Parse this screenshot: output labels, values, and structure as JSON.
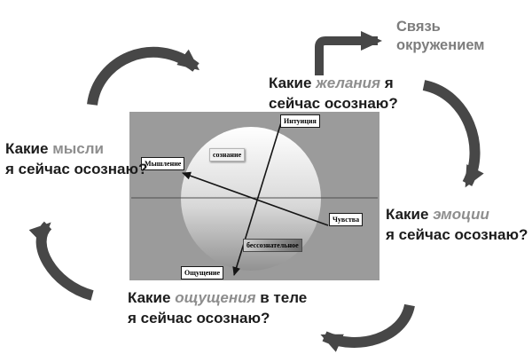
{
  "colors": {
    "page_bg": "#ffffff",
    "question_text": "#1c1c1c",
    "keyword_gray": "#8e8e8e",
    "environment_text": "#7d7d7d",
    "cycle_arrow": "#474747",
    "diagram_bg": "#9b9b9b",
    "label_box_bg": "#ffffff"
  },
  "questions": {
    "thoughts": {
      "pre": "Какие",
      "keyword": "мысли",
      "post": "",
      "line2": "я сейчас осознаю?"
    },
    "desires": {
      "pre": "Какие",
      "keyword": "желания",
      "post": "я",
      "line2": "сейчас осознаю?"
    },
    "emotions": {
      "pre": "Какие",
      "keyword": "эмоции",
      "post": "",
      "line2": "я сейчас осознаю?"
    },
    "sensations": {
      "pre": "Какие",
      "keyword": "ощущения",
      "post": "в теле",
      "line2": "я сейчас осознаю?"
    }
  },
  "environment_link": {
    "line1": "Связь",
    "line2": "окружением"
  },
  "diagram": {
    "labels": {
      "intuition": "Интуиция",
      "thinking": "Мышление",
      "feelings": "Чувства",
      "sensation": "Ощущение",
      "conscious": "сознание",
      "unconscious": "бессознательное"
    }
  }
}
